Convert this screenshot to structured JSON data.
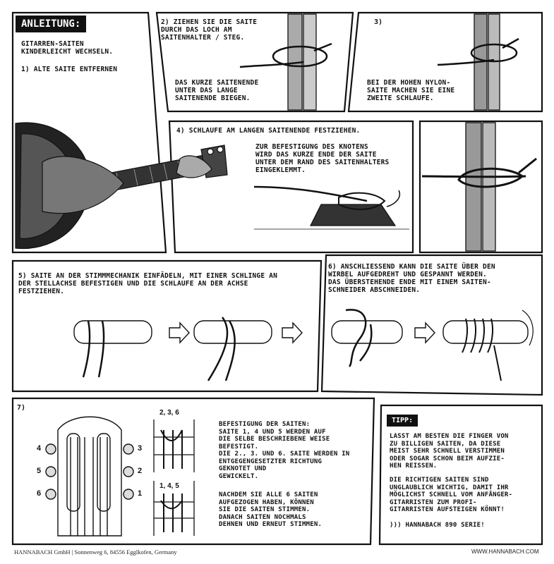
{
  "header": {
    "title": "ANLEITUNG:",
    "intro": "GITARREN-SAITEN\nKINDERLEICHT WECHSELN.",
    "step1": "1) ALTE SAITE ENTFERNEN"
  },
  "step2": {
    "title": "2) ZIEHEN SIE DIE SAITE\nDURCH DAS LOCH AM\nSAITENHALTER / STEG.",
    "text": "DAS KURZE SAITENENDE\nUNTER DAS LANGE\nSAITENENDE BIEGEN."
  },
  "step3": {
    "number": "3)",
    "text": "BEI DER HOHEN NYLON-\nSAITE MACHEN SIE EINE\nZWEITE SCHLAUFE."
  },
  "step4": {
    "title": "4) SCHLAUFE AM LANGEN SAITENENDE FESTZIEHEN.",
    "text": "ZUR BEFESTIGUNG DES KNOTENS\nWIRD DAS KURZE ENDE DER SAITE\nUNTER DEM RAND DES SAITENHALTERS\nEINGEKLEMMT."
  },
  "step5": {
    "text": "5) SAITE AN DER STIMMMECHANIK EINFÄDELN, MIT EINER SCHLINGE AN\nDER STELLACHSE BEFESTIGEN UND DIE SCHLAUFE AN DER ACHSE\nFESTZIEHEN."
  },
  "step6": {
    "text": "6) ANSCHLIESSEND KANN DIE SAITE ÜBER DEN\nWIRBEL AUFGEDREHT UND GESPANNT WERDEN.\nDAS ÜBERSTEHENDE ENDE MIT EINEM SAITEN-\nSCHNEIDER ABSCHNEIDEN."
  },
  "step7": {
    "number": "7)",
    "pegs_left": [
      "4",
      "5",
      "6"
    ],
    "pegs_right": [
      "3",
      "2",
      "1"
    ],
    "label_a": "2, 3, 6",
    "label_b": "1, 4, 5",
    "text": "BEFESTIGUNG DER SAITEN:\nSAITE 1, 4 UND 5 WERDEN AUF\nDIE SELBE BESCHRIEBENE WEISE\nBEFESTIGT.\nDIE 2., 3. UND 6. SAITE WERDEN IN\nENTGEGENGESETZTER RICHTUNG\nGEKNOTET UND\nGEWICKELT.",
    "text2": "NACHDEM SIE ALLE 6 SAITEN\nAUFGEZOGEN HABEN, KÖNNEN\nSIE DIE SAITEN STIMMEN.\nDANACH SAITEN NOCHMALS\nDEHNEN UND ERNEUT STIMMEN."
  },
  "tip": {
    "label": "TIPP:",
    "text": "LASST AM BESTEN DIE FINGER VON\nZU BILLIGEN SAITEN, DA DIESE\nMEIST SEHR SCHNELL VERSTIMMEN\nODER SOGAR SCHON BEIM AUFZIE-\nHEN REISSEN.",
    "text2": "DIE RICHTIGEN SAITEN SIND\nUNGLAUBLICH WICHTIG, DAMIT IHR\nMÖGLICHST SCHNELL VOM ANFÄNGER-\nGITARRISTEN ZUM PROFI-\nGITARRISTEN AUFSTEIGEN KÖNNT!",
    "text3": "))) HANNABACH 890 SERIE!"
  },
  "footer": {
    "left": "HANNABACH GmbH | Sonnenweg 6, 84556 Egglkofen, Germany",
    "right": "WWW.HANNABACH.COM"
  }
}
